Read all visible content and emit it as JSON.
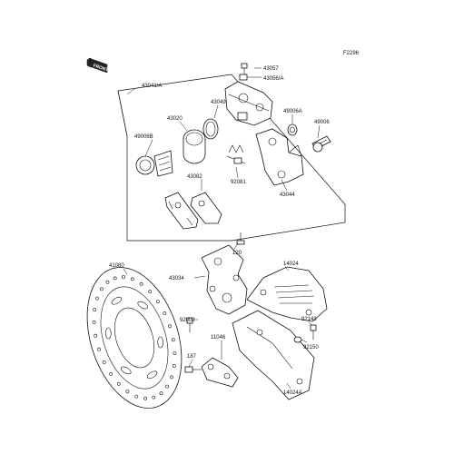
{
  "figure_code": "F2296",
  "front_badge": "FRONT",
  "labels": {
    "p43041": "43041/A",
    "p43057": "43057",
    "p43056": "43056/A",
    "p43049": "43049",
    "p43020": "43020",
    "p49006B": "49006B",
    "p49006A": "49006A",
    "p49006": "49006",
    "p92081": "92081",
    "p43082": "43082",
    "p43044": "43044",
    "p120": "120",
    "p41080": "41080",
    "p43034": "43034",
    "p14024": "14024",
    "p92002": "92002",
    "p11046": "11046",
    "p92143": "92143",
    "p92150": "92150",
    "p187": "187",
    "p14024A": "14024A"
  }
}
